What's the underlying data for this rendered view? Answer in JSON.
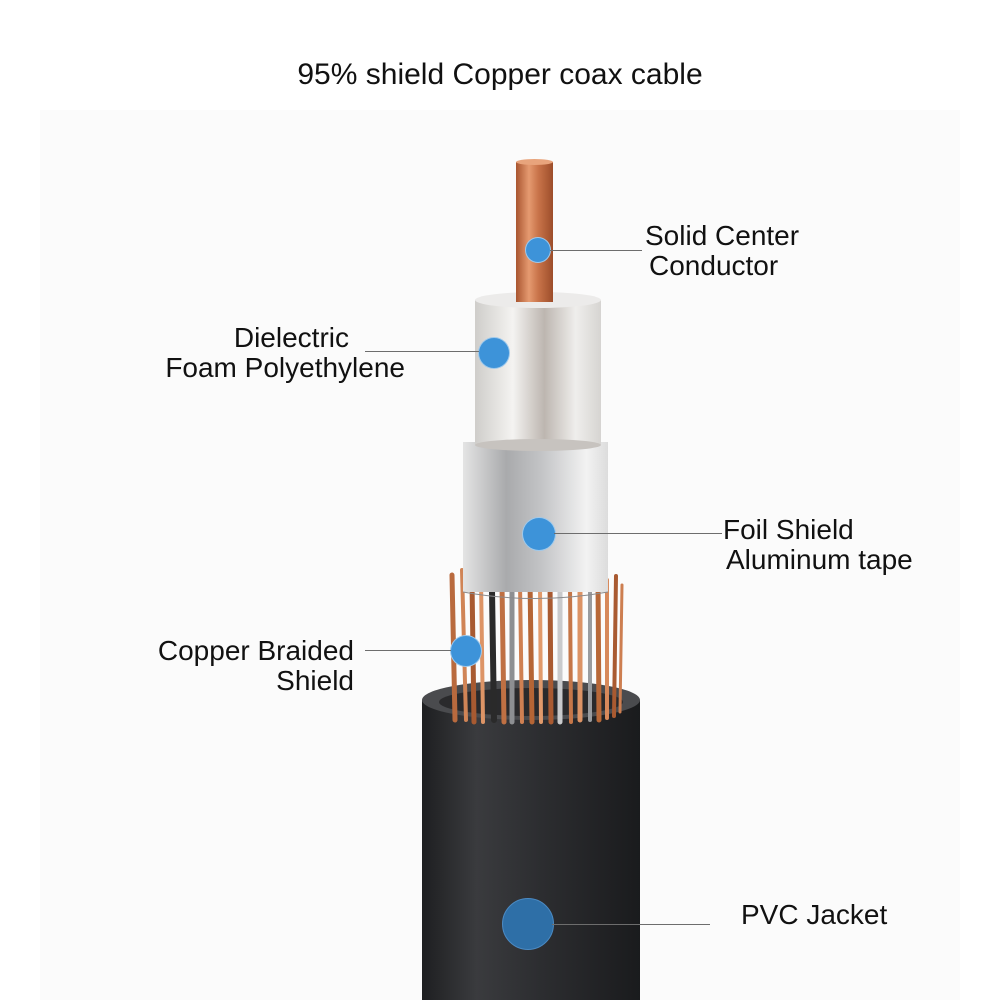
{
  "title": "95% shield Copper coax cable",
  "layers": [
    {
      "id": "center-conductor",
      "lines": [
        "Solid Center",
        "Conductor"
      ],
      "color": "#c9734a"
    },
    {
      "id": "dielectric",
      "lines": [
        "Dielectric",
        "Foam Polyethylene"
      ],
      "color": "#d9d7d4"
    },
    {
      "id": "foil-shield",
      "lines": [
        "Foil Shield",
        "Aluminum tape"
      ],
      "color": "#c8c9cb"
    },
    {
      "id": "braided-shield",
      "lines": [
        "Copper Braided",
        "Shield"
      ],
      "color": "#b96a3e"
    },
    {
      "id": "pvc-jacket",
      "lines": [
        "PVC Jacket"
      ],
      "color": "#2e2f31"
    }
  ],
  "marker_color": "#3d93d9"
}
